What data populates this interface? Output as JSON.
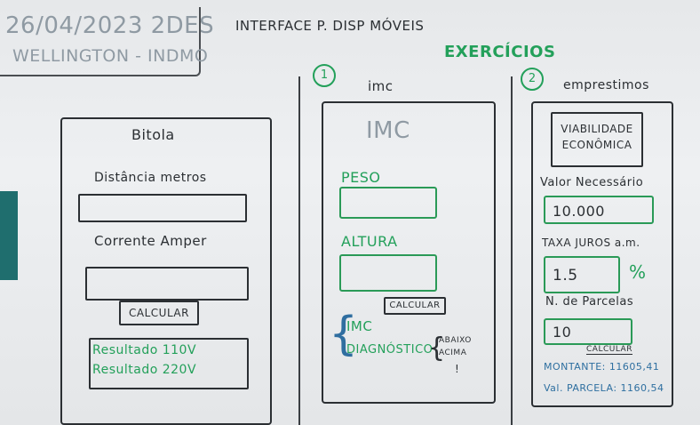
{
  "header": {
    "date": "26/04/2023 2DES",
    "name": "WELLINGTON - INDMO",
    "subject": "INTERFACE P. DISP MÓVEIS",
    "exercises": "EXERCÍCIOS"
  },
  "bitola": {
    "title": "Bitola",
    "distance_label": "Distância metros",
    "current_label": "Corrente Amper",
    "button": "CALCULAR",
    "result1": "Resultado 110V",
    "result2": "Resultado 220V"
  },
  "imc": {
    "number": "1",
    "heading": "imc",
    "title": "IMC",
    "peso_label": "PESO",
    "altura_label": "ALTURA",
    "button": "CALCULAR",
    "result_imc": "IMC",
    "result_diag": "DIAGNÓSTICO",
    "note1": "ABAIXO",
    "note2": "ACIMA",
    "note3": "!"
  },
  "emprestimos": {
    "number": "2",
    "heading": "emprestimos",
    "title1": "VIABILIDADE",
    "title2": "ECONÔMICA",
    "valor_label": "Valor Necessário",
    "valor_value": "10.000",
    "taxa_label": "TAXA JUROS a.m.",
    "taxa_value": "1.5",
    "taxa_unit": "%",
    "parcelas_label": "N. de Parcelas",
    "parcelas_value": "10",
    "button": "CALCULAR",
    "montante": "MONTANTE: 11605,41",
    "parcela": "Val. PARCELA: 1160,54"
  }
}
